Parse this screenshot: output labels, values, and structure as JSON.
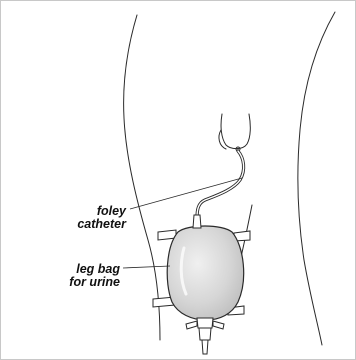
{
  "labels": {
    "catheter": [
      "foley",
      "catheter"
    ],
    "leg_bag": [
      "leg bag",
      "for urine"
    ]
  },
  "colors": {
    "line": "#2a2a2a",
    "bag_fill": "#d4d4d4",
    "bag_highlight": "#ececec",
    "border": "#c8c8c8"
  }
}
